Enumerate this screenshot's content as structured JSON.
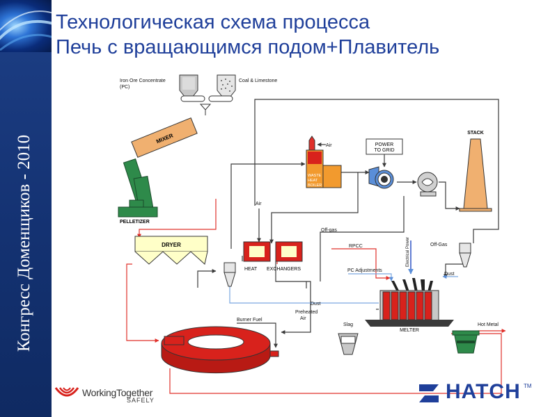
{
  "slide": {
    "title_line1": "Технологическая схема процесса",
    "title_line2": "Печь с вращающимся подом+Плавитель",
    "sidebar_text": "Конгресс Доменщиков - 2010"
  },
  "diagram": {
    "labels": {
      "iron_ore_1": "Iron Ore Concentrate",
      "iron_ore_2": "(PC)",
      "coal": "Coal & Limestone",
      "mixer": "MIXER",
      "pelletizer": "PELLETIZER",
      "dryer": "DRYER",
      "air_boiler": "Air",
      "waste_heat_1": "WASTE",
      "waste_heat_2": "HEAT",
      "waste_heat_3": "BOILER",
      "power_1": "POWER",
      "power_2": "TO GRID",
      "stack": "STACK",
      "air_hx": "Air",
      "off_gas_1": "Off-gas",
      "heat": "HEAT",
      "exchangers": "EXCHANGERS",
      "rpcc": "RPCC",
      "pc_adjustments": "PC Adjustments",
      "electrical_power": "Electrical Power",
      "off_gas_2": "Off-Gas",
      "dust_1": "Dust",
      "dust_2": "Dust",
      "preheated_1": "Preheated",
      "preheated_2": "Air",
      "burner_fuel": "Burner Fuel",
      "slag": "Slag",
      "melter": "MELTER",
      "hot_metal": "Hot Metal"
    }
  },
  "footer": {
    "working_together": "WorkingTogether",
    "safely": "SAFELY",
    "hatch": "HATCH",
    "tm": "TM"
  },
  "colors": {
    "title": "#1f3f9a",
    "sidebar": "#143272",
    "red_flow": "#e0302a",
    "blue_flow": "#7aa6e0",
    "dark_flow": "#3a3a3a",
    "equipment_red": "#d8221c",
    "equipment_green": "#2e8a4a",
    "mixer": "#f0b070",
    "dryer": "#ffffc8"
  }
}
